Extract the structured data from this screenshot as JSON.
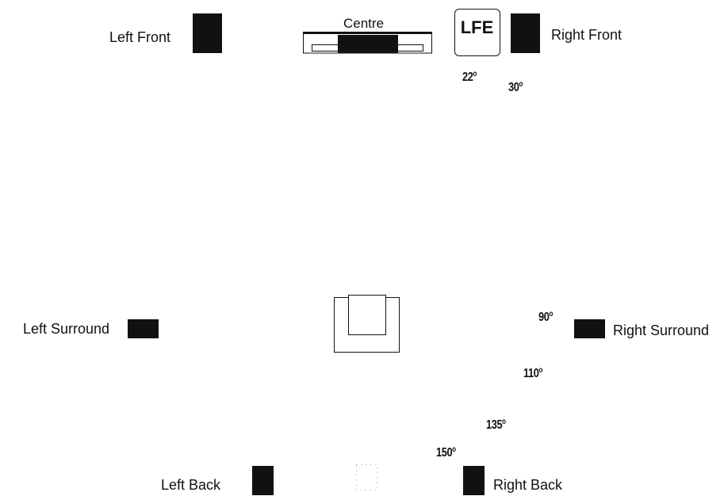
{
  "speakers": {
    "left_front": "Left Front",
    "centre": "Centre",
    "lfe": "LFE",
    "right_front": "Right Front",
    "left_surround": "Left Surround",
    "right_surround": "Right Surround",
    "left_back": "Left Back",
    "right_back": "Right Back"
  },
  "angles": {
    "a22": "22",
    "a30": "30",
    "a90": "90",
    "a110": "110",
    "a135": "135",
    "a150": "150",
    "degree_symbol": "o"
  },
  "colors": {
    "speaker": "#111111",
    "line": "#111111",
    "background": "#ffffff"
  }
}
